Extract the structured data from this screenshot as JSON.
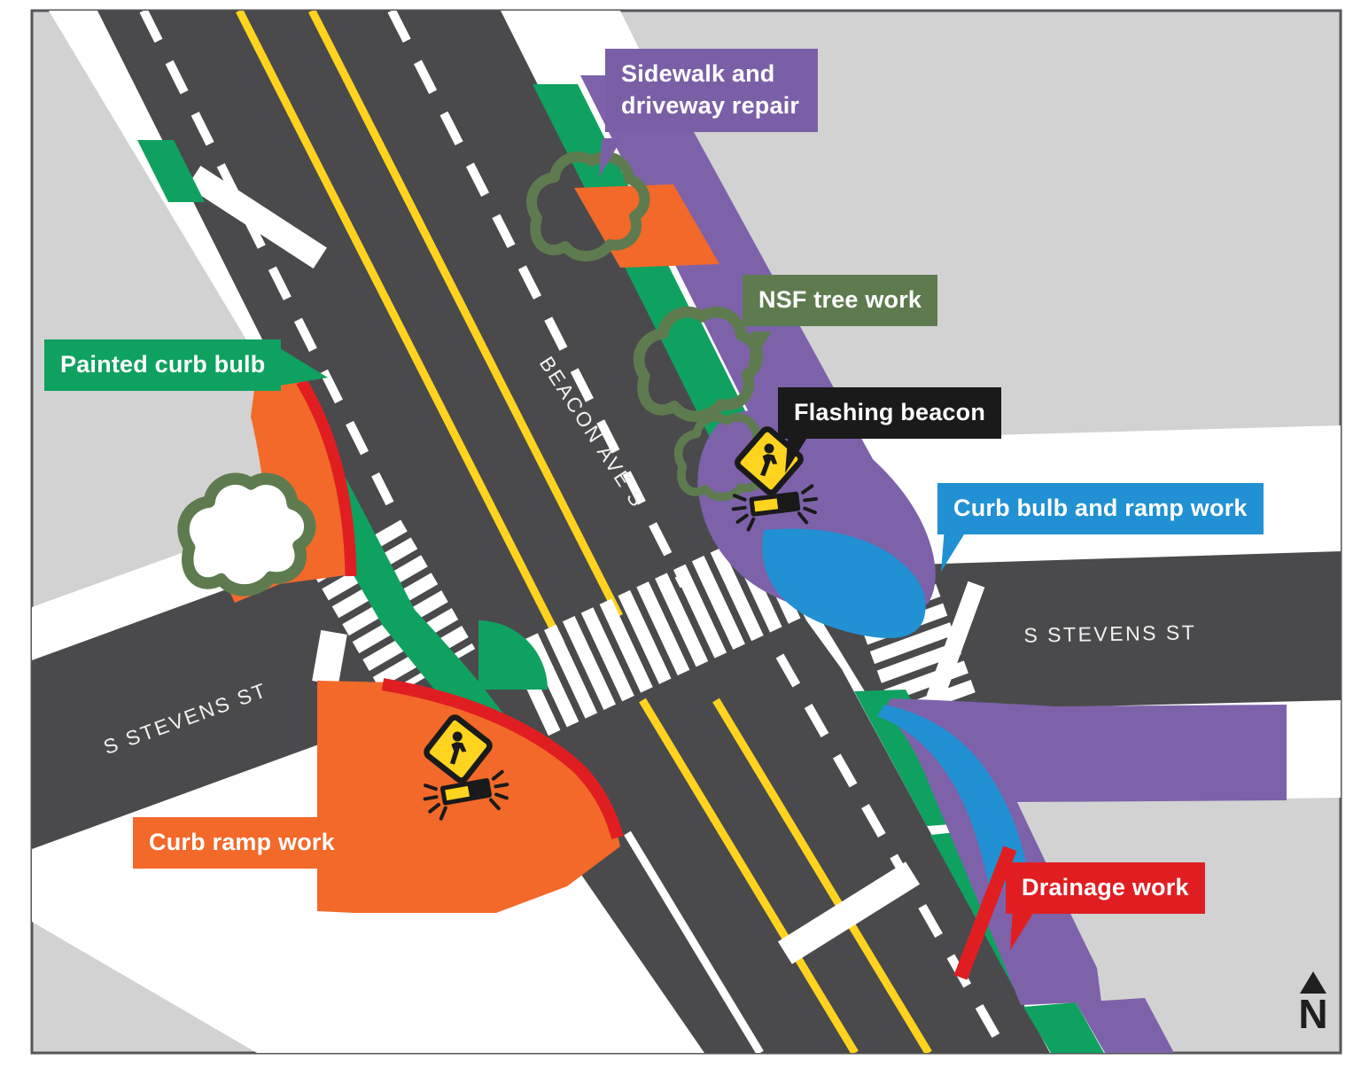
{
  "colors": {
    "block_gray": "#D2D2D3",
    "road": "#4A4A4C",
    "sidewalk_white": "#FFFFFF",
    "lane_yellow": "#FFD31E",
    "green": "#0FA160",
    "orange": "#F2692A",
    "purple": "#7D62AA",
    "blue": "#2191D3",
    "red": "#E01E22",
    "olive": "#5E7B50",
    "sign_black": "#1A1A1A",
    "sign_yellow": "#FFD41E"
  },
  "streets": {
    "beacon": "BEACON AVE S",
    "stevens_left": "S STEVENS ST",
    "stevens_right": "S STEVENS ST"
  },
  "labels": {
    "sidewalk_driveway": {
      "text": "Sidewalk and driveway repair",
      "color": "#7B5FA6"
    },
    "nsf_tree": {
      "text": "NSF tree work",
      "color": "#5E7B50"
    },
    "flashing_beacon": {
      "text": "Flashing beacon",
      "color": "#1A1A1A"
    },
    "curb_bulb_ramp": {
      "text": "Curb bulb and ramp work",
      "color": "#2191D3"
    },
    "painted_curb_bulb": {
      "text": "Painted curb bulb",
      "color": "#0FA160"
    },
    "curb_ramp": {
      "text": "Curb ramp work",
      "color": "#F2692A"
    },
    "drainage": {
      "text": "Drainage work",
      "color": "#E01E22"
    }
  },
  "compass": {
    "label": "N"
  }
}
